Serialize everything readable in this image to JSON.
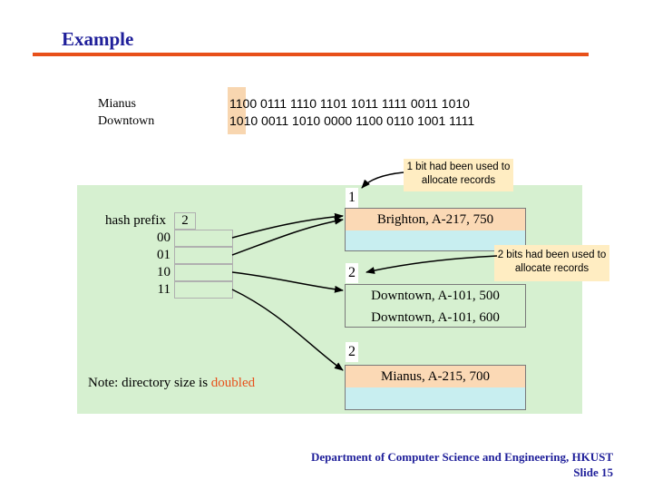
{
  "title": "Example",
  "keys": [
    {
      "name": "Mianus",
      "bits": "1100 0111 1110 1101 1011 1111 0011 1010"
    },
    {
      "name": "Downtown",
      "bits": "1010 0011 1010 0000 1100 0110 1001 1111"
    }
  ],
  "directory": {
    "hash_prefix_label": "hash prefix",
    "global_depth": "2",
    "entries": [
      "00",
      "01",
      "10",
      "11"
    ]
  },
  "buckets": [
    {
      "local_depth": "1",
      "records": [
        "Brighton, A-217, 750",
        ""
      ]
    },
    {
      "local_depth": "2",
      "records": [
        "Downtown, A-101, 500",
        "Downtown, A-101, 600"
      ]
    },
    {
      "local_depth": "2",
      "records": [
        "Mianus, A-215, 700",
        ""
      ]
    }
  ],
  "notes": {
    "one_bit": "1 bit had been used to allocate records",
    "two_bits": "2 bits had been used to allocate records"
  },
  "footnote": {
    "prefix": "Note: directory size is ",
    "highlight": "doubled"
  },
  "footer": {
    "department": "Department of Computer Science and Engineering, HKUST",
    "slide": "Slide 15"
  },
  "colors": {
    "title": "#1f1f9a",
    "rule": "#e8501a",
    "panel": "#d6f0d0",
    "bucket": "#c8eef0",
    "highlight": "#e8501a"
  }
}
